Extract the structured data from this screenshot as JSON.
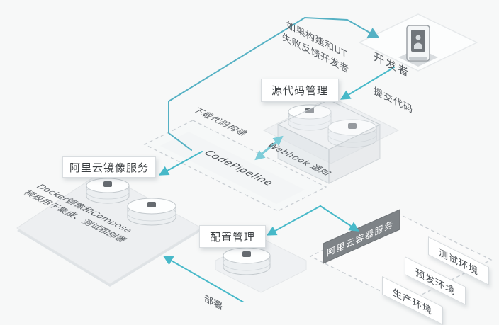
{
  "diagram_type": "isometric-architecture-flow",
  "nodes": {
    "developer": {
      "label": "开发者",
      "icon": "person-badge-icon"
    },
    "source_code": {
      "label": "源代码管理",
      "icon": "database-discs-icon"
    },
    "code_pipeline": {
      "label": "CodePipeline"
    },
    "image_service": {
      "label": "阿里云镜像服务",
      "caption_line1": "Docker镜像和Compose",
      "caption_line2": "模板用于集成、测试和部署",
      "icon": "container-discs-icon"
    },
    "config_management": {
      "label": "配置管理",
      "icon": "disc-icon"
    },
    "container_service": {
      "label": "阿里云容器服务",
      "environments": [
        {
          "label": "测试环境"
        },
        {
          "label": "预发环境"
        },
        {
          "label": "生产环境"
        }
      ]
    }
  },
  "edges": {
    "commit": {
      "label": "提交代码"
    },
    "webhook": {
      "label": "Webhook 通知"
    },
    "download_build": {
      "label": "下载代码构建"
    },
    "build_feedback": {
      "line1": "如果构建和UT",
      "line2": "失败反馈开发者"
    },
    "deploy": {
      "label": "部署"
    }
  },
  "colors": {
    "background": "#f7f8f8",
    "arrow_teal": "#47b9c9",
    "arrow_light_teal": "#7ecdd9",
    "feedback_teal": "#55b1c4",
    "ribbon_gray": "#7e8387",
    "card_text": "#3c4043",
    "iso_text": "#565b60"
  }
}
